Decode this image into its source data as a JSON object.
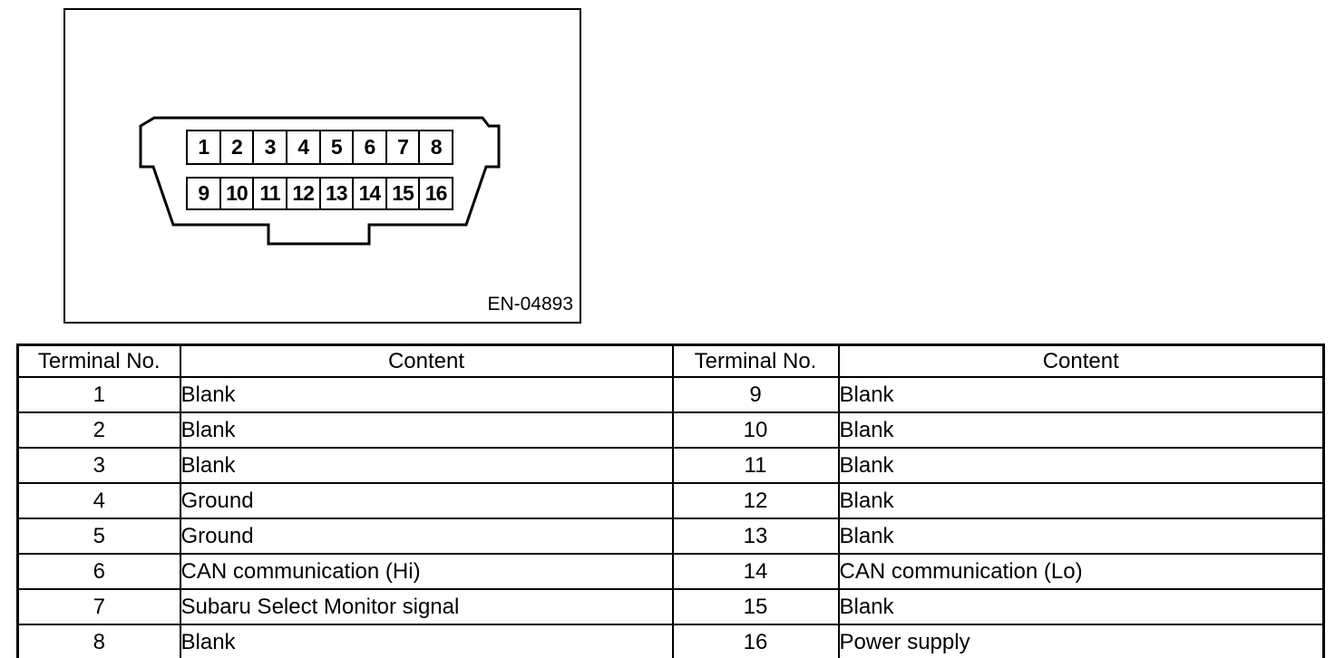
{
  "figure": {
    "code_label": "EN-04893",
    "pins_top": [
      "1",
      "2",
      "3",
      "4",
      "5",
      "6",
      "7",
      "8"
    ],
    "pins_bottom": [
      "9",
      "10",
      "11",
      "12",
      "13",
      "14",
      "15",
      "16"
    ]
  },
  "pinout_table": {
    "left": {
      "col_terminal": "Terminal No.",
      "col_content": "Content",
      "rows": [
        {
          "terminal": "1",
          "content": "Blank"
        },
        {
          "terminal": "2",
          "content": "Blank"
        },
        {
          "terminal": "3",
          "content": "Blank"
        },
        {
          "terminal": "4",
          "content": "Ground"
        },
        {
          "terminal": "5",
          "content": "Ground"
        },
        {
          "terminal": "6",
          "content": "CAN communication (Hi)"
        },
        {
          "terminal": "7",
          "content": "Subaru Select Monitor signal"
        },
        {
          "terminal": "8",
          "content": "Blank"
        }
      ]
    },
    "right": {
      "col_terminal": "Terminal No.",
      "col_content": "Content",
      "rows": [
        {
          "terminal": "9",
          "content": "Blank"
        },
        {
          "terminal": "10",
          "content": "Blank"
        },
        {
          "terminal": "11",
          "content": "Blank"
        },
        {
          "terminal": "12",
          "content": "Blank"
        },
        {
          "terminal": "13",
          "content": "Blank"
        },
        {
          "terminal": "14",
          "content": "CAN communication (Lo)"
        },
        {
          "terminal": "15",
          "content": "Blank"
        },
        {
          "terminal": "16",
          "content": "Power supply"
        }
      ]
    }
  }
}
